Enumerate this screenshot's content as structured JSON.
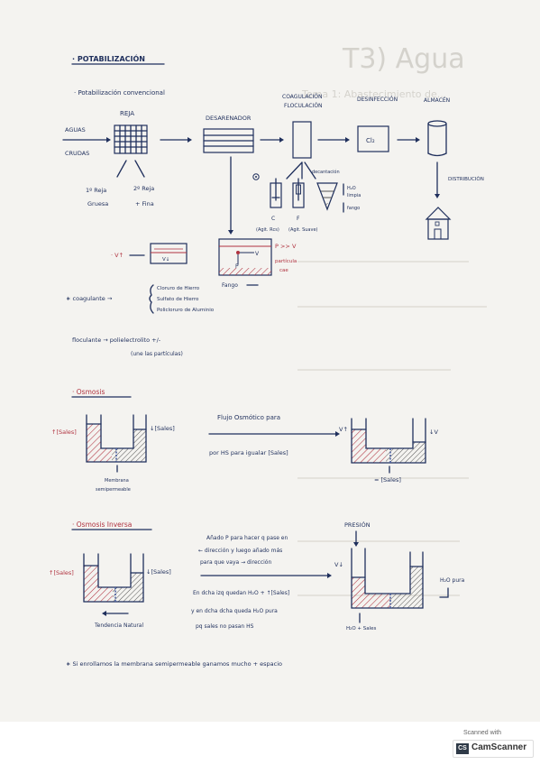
{
  "ghost": {
    "title": "T3) Agua",
    "subtitle": "Tema 1: Abastecimiento de..."
  },
  "potab": {
    "heading": "· POTABILIZACIÓN",
    "subheading": "· Potabilización convencional",
    "aguas": "AGUAS",
    "crudas": "CRUDAS",
    "reja": "REJA",
    "reja1": "1º Reja",
    "reja1b": "Gruesa",
    "reja2": "2º Reja",
    "reja2b": "+ Fina",
    "desarenador": "DESARENADOR",
    "coag1": "COAGULACIÓN",
    "coag2": "FLOCULACIÓN",
    "desinf": "DESINFECCIÓN",
    "cl": "Cl₂",
    "almacen": "ALMACÉN",
    "distrib": "DISTRIBUCIÓN",
    "decant": "decantación",
    "h2o_limpia1": "H₂O",
    "h2o_limpia2": "limpia",
    "fango_small": "fango",
    "c_label": "C",
    "c_sub": "(Agit. Rcs)",
    "f_label": "F",
    "f_sub": "(Agit. Suave)",
    "vt": "· V↑",
    "vd": "V↓",
    "p_label": "P",
    "v_label": "V",
    "pgtv": "P >> V",
    "particula1": "partícula",
    "particula2": "cae",
    "fango_big": "Fango",
    "coagulante": "∗ coagulante →",
    "coag_opt1": "Cloruro de Hierro",
    "coag_opt2": "Sulfato de Hierro",
    "coag_opt3": "Policloruro de Aluminio",
    "floculante": "floculante → polielectrolito +/-",
    "floc_sub": "(une las partículas)"
  },
  "osmosis": {
    "heading": "· Osmosis",
    "sales_l": "↑[Sales]",
    "sales_r": "↓[Sales]",
    "membrana1": "Membrana",
    "membrana2": "semipermeable",
    "flujo1": "Flujo Osmótico para",
    "flujo2": "por HS para igualar [Sales]",
    "vt": "V↑",
    "vd": "↓V",
    "igual": "= [Sales]"
  },
  "inversa": {
    "heading": "· Osmosis Inversa",
    "presion": "PRESIÓN",
    "sales_l": "↑[Sales]",
    "sales_r": "↓[Sales]",
    "text1": "Añado P para hacer q pase en",
    "text2": "← dirección y luego añado más",
    "text3": "para que vaya → dirección",
    "text4": "En dcha izq quedan H₂O + ↑[Sales]",
    "text5": "y en dcha dcha queda H₂O pura",
    "text6": "pq sales no pasan HS",
    "tendencia": "Tendencia Natural",
    "vd": "V↓",
    "h2o_pura1": "H₂O pura",
    "h2o_sales": "H₂O + Sales"
  },
  "footnote": "∗ Si enrollamos la membrana semipermeable ganamos mucho + espacio",
  "scanner": {
    "scanned_with": "Scanned with",
    "name": "CamScanner",
    "badge": "CS"
  }
}
